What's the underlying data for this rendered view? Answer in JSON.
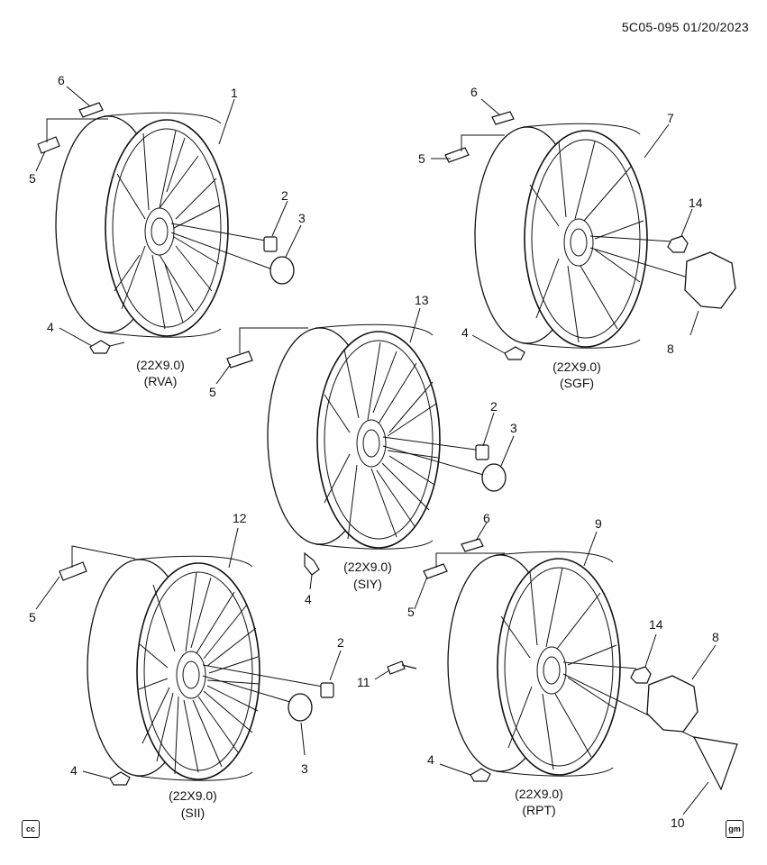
{
  "document_id": "5C05-095  01/20/2023",
  "corner_marks": {
    "left": "cc",
    "right": "gm"
  },
  "wheels": [
    {
      "id": "rva",
      "size": "(22X9.0)",
      "code": "(RVA)",
      "callout": "1"
    },
    {
      "id": "sgf",
      "size": "(22X9.0)",
      "code": "(SGF)",
      "callout": "7"
    },
    {
      "id": "siy",
      "size": "(22X9.0)",
      "code": "(SIY)",
      "callout": "13"
    },
    {
      "id": "sii",
      "size": "(22X9.0)",
      "code": "(SII)",
      "callout": "12"
    },
    {
      "id": "rpt",
      "size": "(22X9.0)",
      "code": "(RPT)",
      "callout": "9"
    }
  ],
  "callouts": {
    "c2": "2",
    "c3": "3",
    "c4": "4",
    "c5": "5",
    "c6": "6",
    "c8": "8",
    "c10": "10",
    "c11": "11",
    "c14": "14"
  }
}
